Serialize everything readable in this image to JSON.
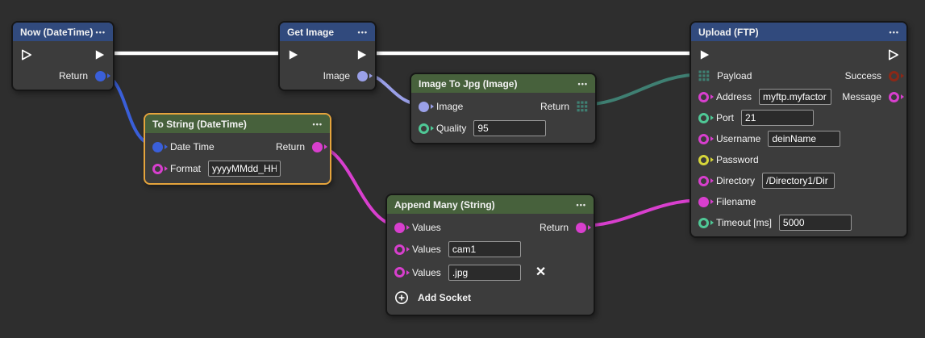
{
  "ui": {
    "menu_dots": "•••",
    "remove_socket_label": "✕"
  },
  "colors": {
    "background": "#2e2e2e",
    "node_body": "#3c3c3c",
    "header_blue": "#314a7d",
    "header_green": "#47613c",
    "selected_border": "#e5a43c",
    "wire_exec": "#ffffff",
    "wire_datetime": "#3a5fd9",
    "wire_image": "#9aa0e8",
    "wire_bytes": "#3f7f72",
    "wire_string": "#d83fce",
    "socket_datetime": "#3a5fd9",
    "socket_image": "#9aa0e8",
    "socket_number": "#4fc896",
    "socket_string": "#d83fce",
    "socket_password": "#d6d63a",
    "socket_success": "#8b2817",
    "socket_bytes": "#3f8073"
  },
  "nodes": {
    "now": {
      "title": "Now (DateTime)",
      "outputs": {
        "return": "Return"
      }
    },
    "get_image": {
      "title": "Get Image",
      "outputs": {
        "image": "Image"
      }
    },
    "image_to_jpg": {
      "title": "Image To Jpg (Image)",
      "inputs": {
        "image": "Image",
        "quality": "Quality"
      },
      "fields": {
        "quality": "95"
      },
      "outputs": {
        "return": "Return"
      }
    },
    "to_string": {
      "title": "To String (DateTime)",
      "inputs": {
        "date_time": "Date Time",
        "format": "Format"
      },
      "fields": {
        "format": "yyyyMMdd_HH"
      },
      "outputs": {
        "return": "Return"
      }
    },
    "append_many": {
      "title": "Append Many (String)",
      "inputs": {
        "values1": "Values",
        "values2": "Values",
        "values3": "Values"
      },
      "fields": {
        "values2": "cam1",
        "values3": ".jpg"
      },
      "outputs": {
        "return": "Return"
      },
      "add_socket_label": "Add Socket"
    },
    "upload": {
      "title": "Upload (FTP)",
      "inputs": {
        "payload": "Payload",
        "address": "Address",
        "port": "Port",
        "username": "Username",
        "password": "Password",
        "directory": "Directory",
        "filename": "Filename",
        "timeout": "Timeout [ms]"
      },
      "fields": {
        "address": "myftp.myfactor",
        "port": "21",
        "username": "deinName",
        "directory": "/Directory1/Dir",
        "timeout": "5000"
      },
      "outputs": {
        "success": "Success",
        "message": "Message"
      }
    }
  }
}
